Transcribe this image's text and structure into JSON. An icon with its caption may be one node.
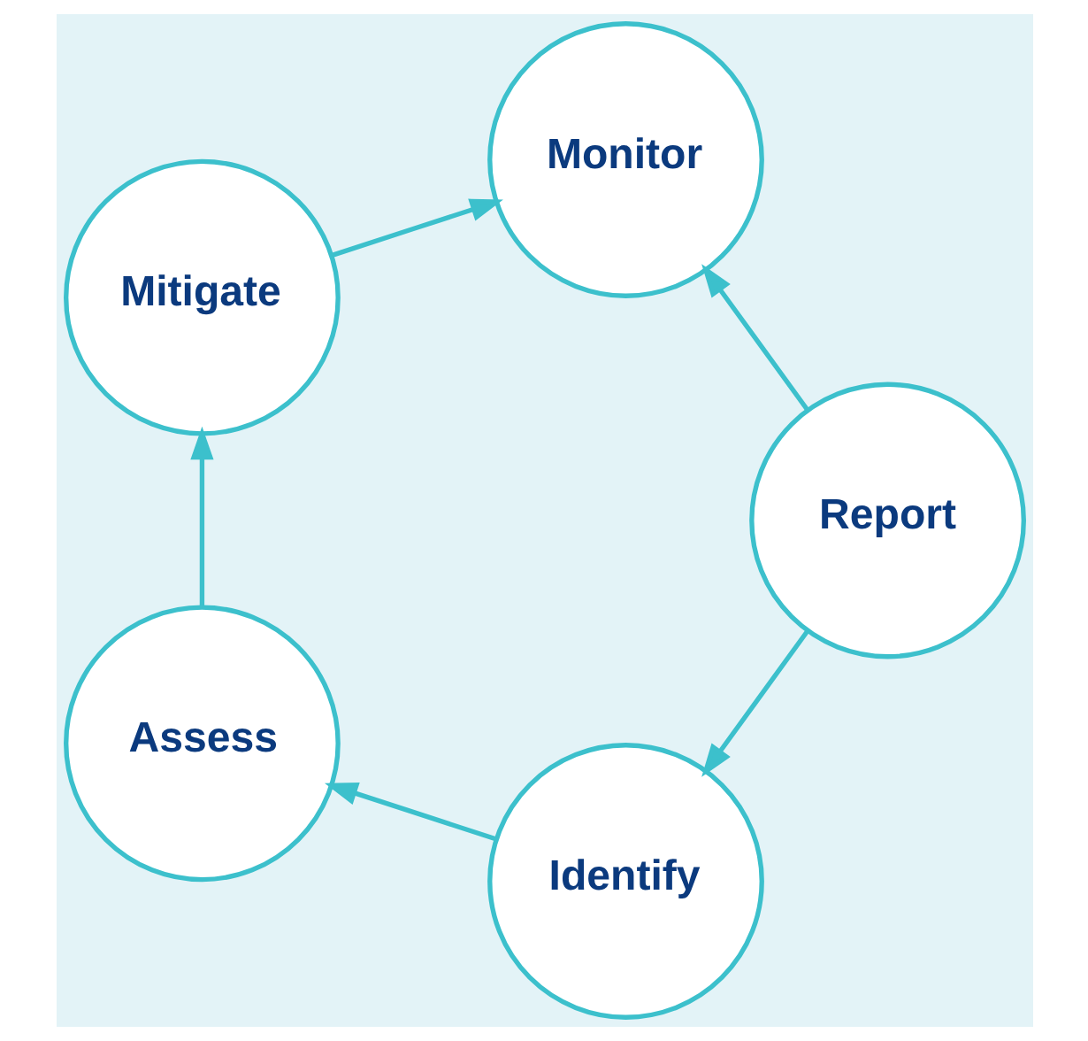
{
  "diagram": {
    "nodes": [
      {
        "text": [
          "Identify"
        ]
      },
      {
        "text": [
          "Assess"
        ]
      },
      {
        "text": [
          "Mitigate"
        ]
      },
      {
        "text": [
          "Monitor"
        ]
      },
      {
        "text": [
          "Report"
        ]
      }
    ],
    "edges": [
      {
        "from": 0,
        "to": 1,
        "arrow": "to"
      },
      {
        "from": 1,
        "to": 2,
        "arrow": "to"
      },
      {
        "from": 2,
        "to": 3,
        "arrow": "to"
      },
      {
        "from": 4,
        "to": 3,
        "arrow": "to"
      },
      {
        "from": 4,
        "to": 0,
        "arrow": "to"
      }
    ]
  }
}
